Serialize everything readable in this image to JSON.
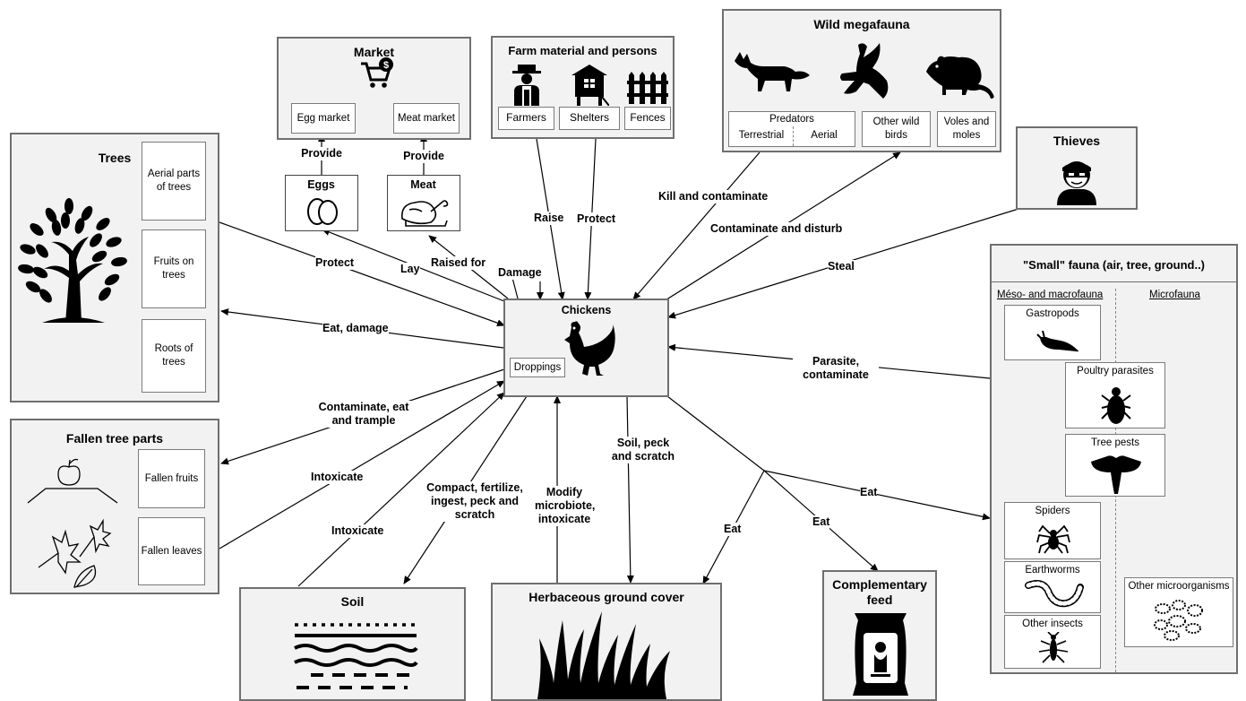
{
  "market": {
    "title": "Market",
    "egg_market": "Egg market",
    "meat_market": "Meat market"
  },
  "farm": {
    "title": "Farm material and persons",
    "farmers": "Farmers",
    "shelters": "Shelters",
    "fences": "Fences"
  },
  "megafauna": {
    "title": "Wild megafauna",
    "predators": "Predators",
    "terrestrial": "Terrestrial",
    "aerial": "Aerial",
    "other_birds": "Other wild birds",
    "voles": "Voles and moles"
  },
  "thieves": {
    "title": "Thieves"
  },
  "trees": {
    "title": "Trees",
    "aerial_parts": "Aerial parts of trees",
    "fruits": "Fruits on trees",
    "roots": "Roots of trees"
  },
  "fallen": {
    "title": "Fallen tree parts",
    "fruits": "Fallen fruits",
    "leaves": "Fallen leaves"
  },
  "eggs": {
    "title": "Eggs"
  },
  "meat": {
    "title": "Meat"
  },
  "chickens": {
    "title": "Chickens",
    "droppings": "Droppings"
  },
  "small_fauna": {
    "title": "\"Small\" fauna (air, tree, ground..)",
    "meso": "Méso- and macrofauna",
    "micro": "Microfauna",
    "gastropods": "Gastropods",
    "poultry_parasites": "Poultry parasites",
    "tree_pests": "Tree pests",
    "spiders": "Spiders",
    "earthworms": "Earthworms",
    "other_insects": "Other insects",
    "other_micro": "Other microorganisms"
  },
  "soil": {
    "title": "Soil"
  },
  "herb": {
    "title": "Herbaceous ground cover"
  },
  "feed": {
    "title": "Complementary feed"
  },
  "relations": {
    "provide_eggs": "Provide",
    "provide_meat": "Provide",
    "lay": "Lay",
    "raised_for": "Raised for",
    "damage": "Damage",
    "raise": "Raise",
    "protect_farm": "Protect",
    "kill": "Kill and contaminate",
    "contaminate_disturb": "Contaminate and disturb",
    "steal": "Steal",
    "protect_trees": "Protect",
    "eat_damage": "Eat, damage",
    "contaminate_eat": "Contaminate, eat and trample",
    "intoxicate1": "Intoxicate",
    "intoxicate2": "Intoxicate",
    "compact": "Compact, fertilize, ingest, peck and scratch",
    "modify": "Modify microbiote, intoxicate",
    "soil_peck": "Soil, peck and scratch",
    "eat1": "Eat",
    "eat2": "Eat",
    "eat3": "Eat",
    "parasite": "Parasite, contaminate"
  }
}
